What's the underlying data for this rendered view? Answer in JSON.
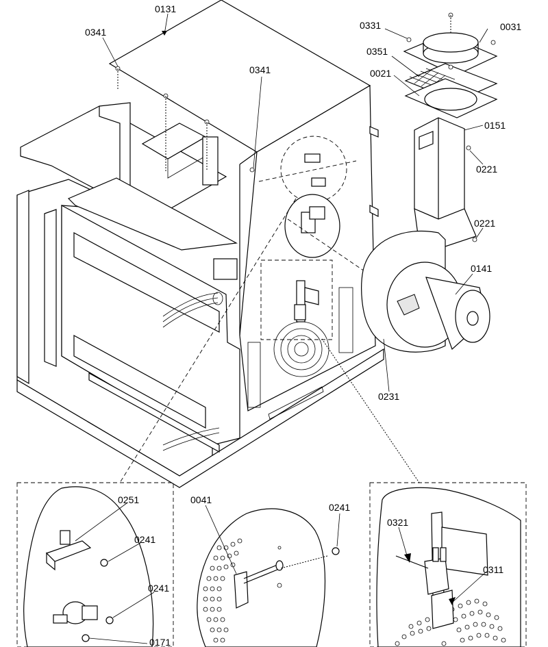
{
  "labels": {
    "l0131": "0131",
    "l0341a": "0341",
    "l0341b": "0341",
    "l0331": "0331",
    "l0031": "0031",
    "l0351": "0351",
    "l0021": "0021",
    "l0151": "0151",
    "l0221a": "0221",
    "l0221b": "0221",
    "l0141": "0141",
    "l0231": "0231",
    "l0251": "0251",
    "l0241a": "0241",
    "l0241b": "0241",
    "l0171": "0171",
    "l0041": "0041",
    "l0241c": "0241",
    "l0321": "0321",
    "l0311": "0311"
  }
}
